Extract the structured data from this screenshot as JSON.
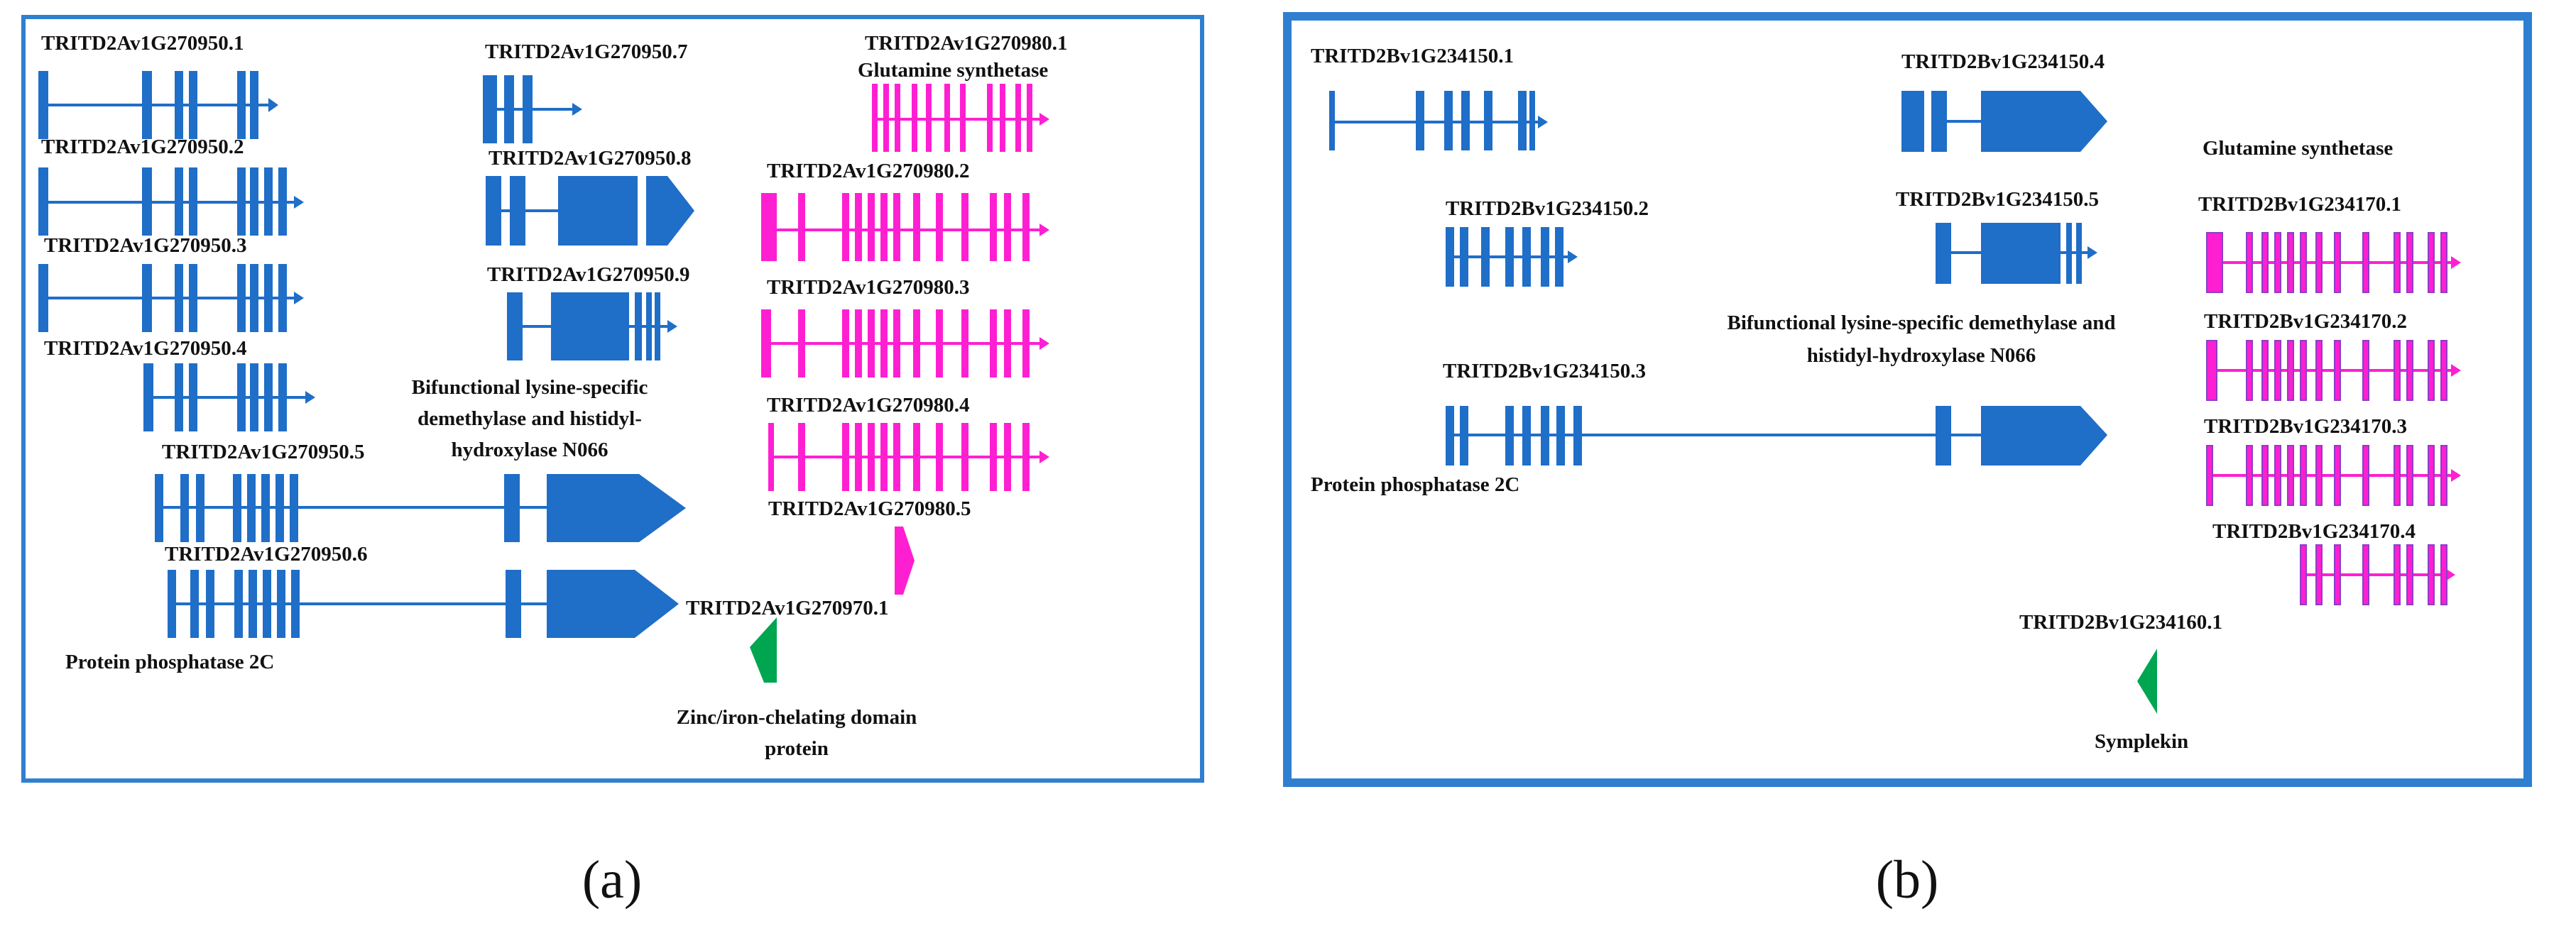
{
  "colors": {
    "blue_gene": "#1f6ec8",
    "magenta_gene": "#ff1fd2",
    "green_gene": "#00a64f",
    "purple_outline": "#8e3cc8",
    "frame": "#2f7fd0"
  },
  "panel_a": {
    "caption": "(a)",
    "genes": {
      "g1": "TRITD2Av1G270950.1",
      "g2": "TRITD2Av1G270950.2",
      "g3": "TRITD2Av1G270950.3",
      "g4": "TRITD2Av1G270950.4",
      "g5": "TRITD2Av1G270950.5",
      "g6": "TRITD2Av1G270950.6",
      "g7": "TRITD2Av1G270950.7",
      "g8": "TRITD2Av1G270950.8",
      "g9": "TRITD2Av1G270950.9",
      "gs1": "TRITD2Av1G270980.1",
      "gs2": "TRITD2Av1G270980.2",
      "gs3": "TRITD2Av1G270980.3",
      "gs4": "TRITD2Av1G270980.4",
      "gs5": "TRITD2Av1G270980.5",
      "zn": "TRITD2Av1G270970.1"
    },
    "descriptions": {
      "glutamine": "Glutamine synthetase",
      "lysine_1": "Bifunctional lysine-specific",
      "lysine_2": "demethylase and histidyl-",
      "lysine_3": "hydroxylase N066",
      "pp2c": "Protein phosphatase 2C",
      "zinc_1": "Zinc/iron-chelating domain",
      "zinc_2": "protein"
    }
  },
  "panel_b": {
    "caption": "(b)",
    "genes": {
      "p1": "TRITD2Bv1G234150.1",
      "p2": "TRITD2Bv1G234150.2",
      "p3": "TRITD2Bv1G234150.3",
      "p4": "TRITD2Bv1G234150.4",
      "p5": "TRITD2Bv1G234150.5",
      "gs1": "TRITD2Bv1G234170.1",
      "gs2": "TRITD2Bv1G234170.2",
      "gs3": "TRITD2Bv1G234170.3",
      "gs4": "TRITD2Bv1G234170.4",
      "sym": "TRITD2Bv1G234160.1"
    },
    "descriptions": {
      "glutamine": "Glutamine synthetase",
      "lysine_1": "Bifunctional lysine-specific demethylase and",
      "lysine_2": "histidyl-hydroxylase N066",
      "pp2c": "Protein phosphatase 2C",
      "symplekin": "Symplekin"
    }
  }
}
